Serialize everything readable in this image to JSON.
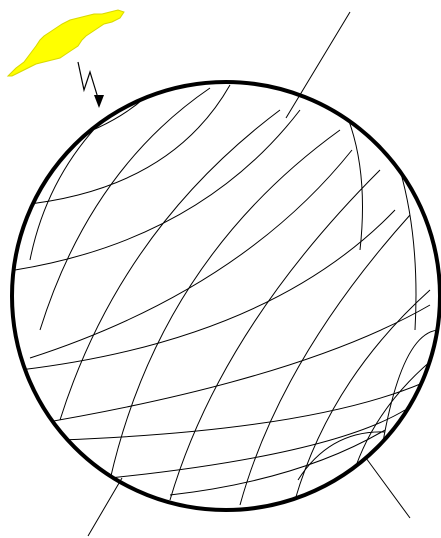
{
  "diagram": {
    "colors": {
      "background": "#ffffff",
      "stroke": "#000000",
      "island_fill": "#ffff00",
      "island_stroke": "#d8d800"
    },
    "elements": [
      "yellow-landmass",
      "lightning-arrow",
      "sphere-outline",
      "grid-arcs",
      "axis-line-top",
      "axis-line-bottom-left",
      "axis-line-bottom-right"
    ]
  }
}
